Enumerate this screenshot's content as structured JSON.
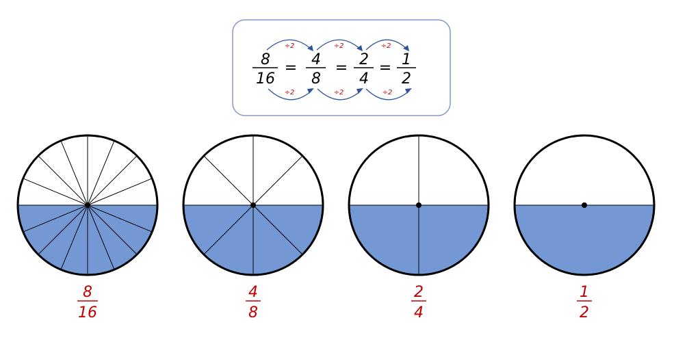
{
  "equation": {
    "fractions": [
      {
        "numerator": "8",
        "denominator": "16"
      },
      {
        "numerator": "4",
        "denominator": "8"
      },
      {
        "numerator": "2",
        "denominator": "4"
      },
      {
        "numerator": "1",
        "denominator": "2"
      }
    ],
    "equals": "=",
    "operation_label": "÷2"
  },
  "circles": [
    {
      "parts": 16,
      "shaded": 8,
      "numerator": "8",
      "denominator": "16"
    },
    {
      "parts": 8,
      "shaded": 4,
      "numerator": "4",
      "denominator": "8"
    },
    {
      "parts": 4,
      "shaded": 2,
      "numerator": "2",
      "denominator": "4"
    },
    {
      "parts": 2,
      "shaded": 1,
      "numerator": "1",
      "denominator": "2"
    }
  ],
  "colors": {
    "shade": "#7398d3",
    "label": "#c00000",
    "arrow": "#2f5597",
    "box_border": "#8497c9",
    "ink": "#000000"
  }
}
